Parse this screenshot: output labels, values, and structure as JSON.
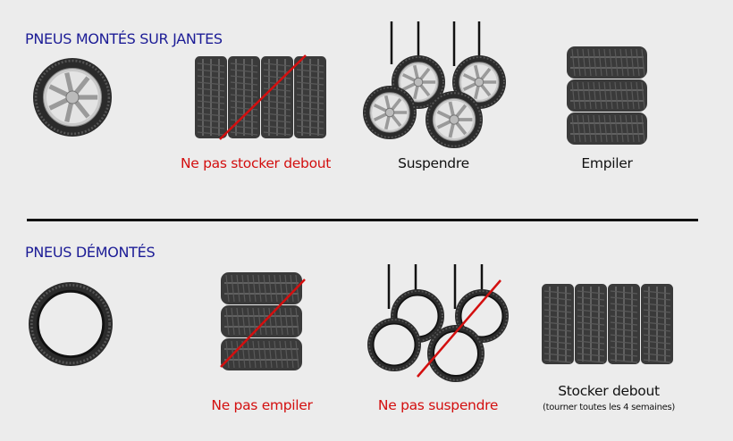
{
  "sections": [
    {
      "title": "PNEUS MONTÉS SUR JANTES",
      "items": [
        {
          "label": "",
          "icon": "wheel-icon"
        },
        {
          "label": "Ne pas stocker debout",
          "icon": "standing-wheels-icon",
          "allowed": false
        },
        {
          "label": "Suspendre",
          "icon": "hanging-wheels-icon",
          "allowed": true
        },
        {
          "label": "Empiler",
          "icon": "stacked-wheels-icon",
          "allowed": true
        }
      ]
    },
    {
      "title": "PNEUS DÉMONTÉS",
      "items": [
        {
          "label": "",
          "icon": "tire-icon"
        },
        {
          "label": "Ne pas empiler",
          "icon": "stacked-tires-icon",
          "allowed": false
        },
        {
          "label": "Ne pas suspendre",
          "icon": "hanging-tires-icon",
          "allowed": false
        },
        {
          "label": "Stocker debout",
          "sublabel": "(tourner toutes les 4 semaines)",
          "icon": "standing-tires-icon",
          "allowed": true
        }
      ]
    }
  ],
  "colors": {
    "title": "#1c1c96",
    "forbidden": "#d30f0f",
    "text": "#111111",
    "background": "#ececec"
  }
}
